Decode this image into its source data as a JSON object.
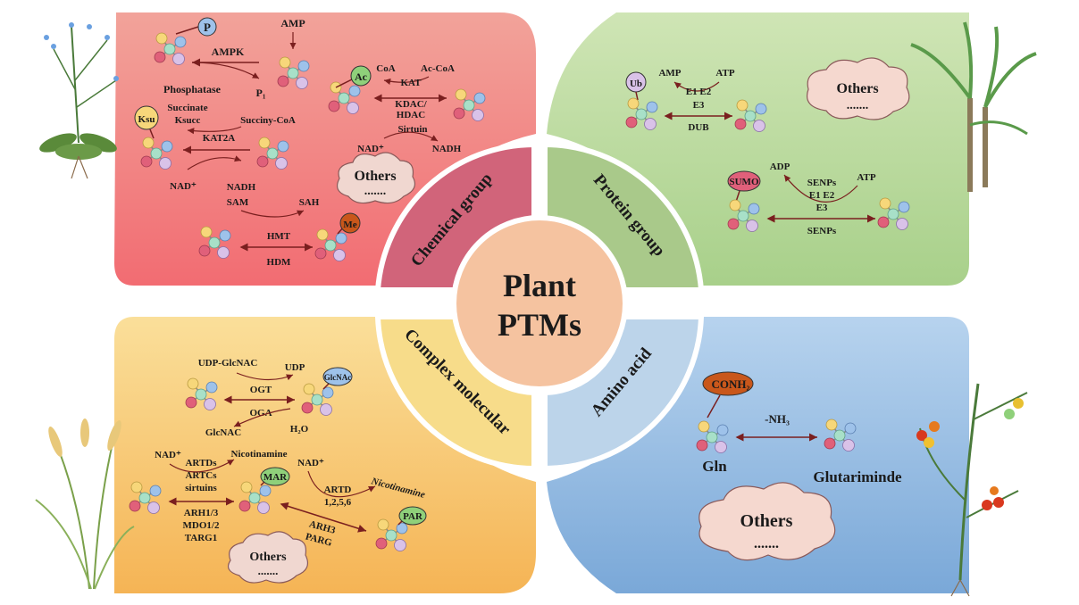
{
  "center": {
    "line1": "Plant",
    "line2": "PTMs"
  },
  "sectors": {
    "chemical": "Chemical group",
    "protein": "Protein group",
    "complex": "Complex molecular",
    "amino": "Amino acid"
  },
  "chemical_panel": {
    "phos_badge": "P",
    "amp": "AMP",
    "ampk": "AMPK",
    "phosphatase": "Phosphatase",
    "pi": "P₁",
    "ac_badge": "Ac",
    "coa": "CoA",
    "acetyl_coa": "Ac-CoA",
    "kat": "KAT",
    "kdac": "KDAC/",
    "hdac": "HDAC",
    "sirtuin": "Sirtuin",
    "nad": "NAD⁺",
    "nadh": "NADH",
    "ksu_badge": "Ksu",
    "succinate": "Succinate",
    "ksucc": "Ksucc",
    "succinyl_coa": "Succiny-CoA",
    "kat2a": "KAT2A",
    "nad2": "NAD⁺",
    "nadh2": "NADH",
    "sam": "SAM",
    "sah": "SAH",
    "hmt": "HMT",
    "hdm": "HDM",
    "me_badge": "Me",
    "others": "Others",
    "dots": "......."
  },
  "protein_panel": {
    "ub_badge": "Ub",
    "amp": "AMP",
    "atp": "ATP",
    "e1e2": "E1  E2",
    "e3": "E3",
    "dub": "DUB",
    "others": "Others",
    "dots": ".......",
    "sumo_badge": "SUMO",
    "adp": "ADP",
    "atp2": "ATP",
    "senps": "SENPs",
    "e1e2b": "E1  E2",
    "e3b": "E3",
    "senps2": "SENPs"
  },
  "complex_panel": {
    "udp_glcnac": "UDP-GlcNAC",
    "udp": "UDP",
    "glcnac_badge": "GlcNAc",
    "ogt": "OGT",
    "oga": "OGA",
    "glcnac": "GlcNAC",
    "h2o": "H₂O",
    "nad": "NAD⁺",
    "artds": "ARTDs",
    "artcs": "ARTCs",
    "sirtuins": "sirtuins",
    "nicotinamine": "Nicotinamine",
    "arh13": "ARH1/3",
    "mdo12": "MDO1/2",
    "targ1": "TARG1",
    "mar_badge": "MAR",
    "nad2": "NAD⁺",
    "artd": "ARTD",
    "artd_nums": "1,2,5,6",
    "nicotinamine2": "Nicotinamine",
    "arh3": "ARH3",
    "parg": "PARG",
    "par_badge": "PAR",
    "others": "Others",
    "dots": "......."
  },
  "amino_panel": {
    "conh2": "CONH₂",
    "nh3": "-NH₃",
    "gln": "Gln",
    "glutariminde": "Glutariminde",
    "others": "Others",
    "dots": "......."
  },
  "colors": {
    "chemical_bg": "#f28a8a",
    "protein_bg": "#b7d89a",
    "complex_bg": "#f7c76e",
    "amino_bg": "#8fb8e0",
    "chemical_sector": "#d4637a",
    "protein_sector": "#a9c98a",
    "complex_sector": "#f7dc8a",
    "amino_sector": "#bcd4ea",
    "center": "#f5c3a0",
    "arrow": "#7a1f1f"
  }
}
